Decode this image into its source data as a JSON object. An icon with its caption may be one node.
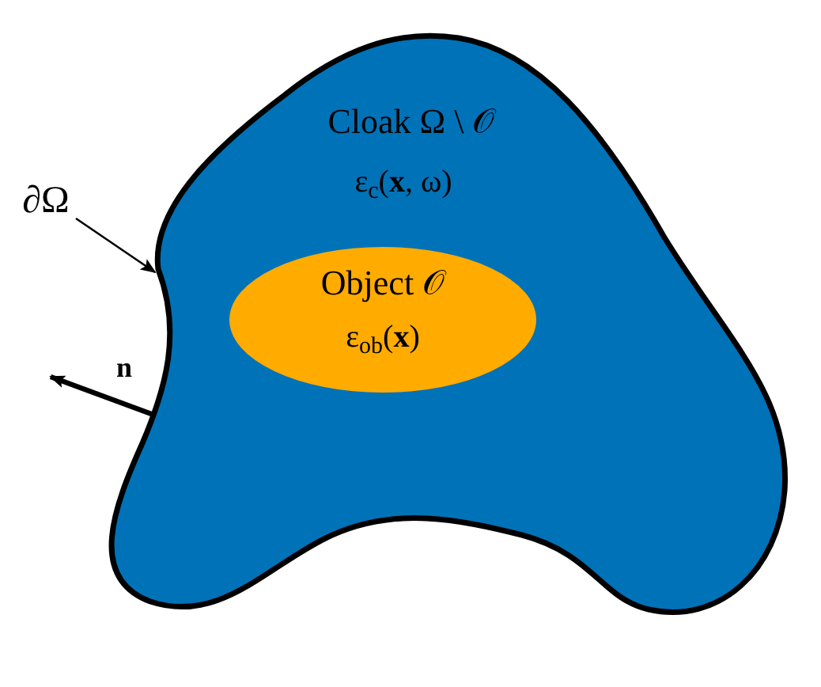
{
  "diagram": {
    "nodes": [
      {
        "text": [
          "Cloak Ω \\ 𝒪",
          "ε$_{c}$(**x**, ω)"
        ]
      },
      {
        "text": [
          "Object 𝒪",
          "ε$_{ob}$(**x**)"
        ],
        "in": 0
      },
      {
        "text": [
          "∂Ω"
        ]
      }
    ],
    "edges": [
      {
        "from": 2,
        "to": 0,
        "arrow": "to"
      },
      {
        "from": 0,
        "to": null,
        "arrow": "to",
        "label": "n",
        "style": "thick"
      }
    ]
  }
}
